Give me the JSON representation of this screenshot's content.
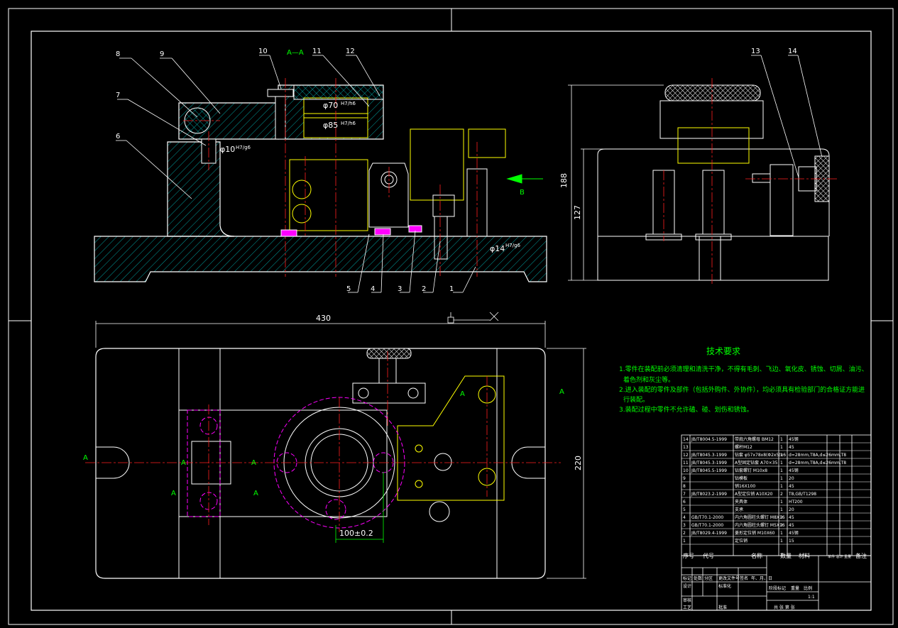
{
  "colors": {
    "background": "#000000",
    "outline": "#ffffff",
    "hatch": "#00c8c8",
    "centerline": "#ff2020",
    "hidden": "#ffff00",
    "annotation_text": "#00ff00",
    "phantom": "#ff00ff"
  },
  "views": {
    "section_title": "A—A",
    "view_arrow_label": "B",
    "section_marker": "A"
  },
  "part_balloons": [
    "1",
    "2",
    "3",
    "4",
    "5",
    "6",
    "7",
    "8",
    "9",
    "10",
    "11",
    "12",
    "13",
    "14"
  ],
  "dimensions": {
    "d70": "φ70",
    "d70_fit": "H7/h6",
    "d85": "φ85",
    "d85_fit": "H7/h6",
    "d10": "φ10",
    "d10_fit": "H7/g6",
    "d14": "φ14",
    "d14_fit": "H7/g6",
    "h188": "188",
    "h127": "127",
    "w430": "430",
    "h220": "220",
    "c100": "100±0.2"
  },
  "tech_requirements": {
    "title": "技术要求",
    "lines": [
      "1.零件在装配前必须清理和清洗干净，不得有毛刺、飞边、氧化皮、锈蚀、切屑、油污、",
      "着色剂和灰尘等。",
      "2.进入装配的零件及部件（包括外购件、外协件），均必须具有检验部门的合格证方能进",
      "行装配。",
      "3.装配过程中零件不允许磕、碰、划伤和锈蚀。"
    ]
  },
  "bom": {
    "rows": [
      {
        "no": "14",
        "code": "JB/T8004.5-1999",
        "name": "带肩六角螺母 BM12",
        "qty": "1",
        "mat": "45钢",
        "note": ""
      },
      {
        "no": "13",
        "code": "",
        "name": "螺杆M12",
        "qty": "1",
        "mat": "45",
        "note": ""
      },
      {
        "no": "12",
        "code": "JB/T8045.3-1999",
        "name": "钻套 φ57x78x8(Φ2x5)x6",
        "qty": "1",
        "mat": "d=28mm,T8A,d≤26mm,T8",
        "note": ""
      },
      {
        "no": "11",
        "code": "JB/T8045.3-1999",
        "name": "A型固定钻套 A70×35",
        "qty": "1",
        "mat": "d=28mm,T8A,d≤26mm,T8",
        "note": ""
      },
      {
        "no": "10",
        "code": "JB/T8045.5-1999",
        "name": "钻套螺钉 M10x8",
        "qty": "1",
        "mat": "45钢",
        "note": ""
      },
      {
        "no": "9",
        "code": "",
        "name": "钻模板",
        "qty": "1",
        "mat": "20",
        "note": ""
      },
      {
        "no": "8",
        "code": "",
        "name": "销16X100",
        "qty": "1",
        "mat": "45",
        "note": ""
      },
      {
        "no": "7",
        "code": "JB/T8023.2-1999",
        "name": "A型定位销 A10X20",
        "qty": "2",
        "mat": "T8,GB/T1298",
        "note": ""
      },
      {
        "no": "6",
        "code": "",
        "name": "夹具体",
        "qty": "1",
        "mat": "HT200",
        "note": ""
      },
      {
        "no": "5",
        "code": "",
        "name": "支承",
        "qty": "1",
        "mat": "20",
        "note": ""
      },
      {
        "no": "4",
        "code": "GB/T70.1-2000",
        "name": "内六角圆柱头螺钉 M8X16",
        "qty": "2",
        "mat": "45",
        "note": ""
      },
      {
        "no": "3",
        "code": "GB/T70.1-2000",
        "name": "内六角圆柱头螺钉 M5X16",
        "qty": "2",
        "mat": "45",
        "note": ""
      },
      {
        "no": "2",
        "code": "JB/T8029.4-1999",
        "name": "菱形定位销 M10X60",
        "qty": "1",
        "mat": "45钢",
        "note": ""
      },
      {
        "no": "1",
        "code": "",
        "name": "定位销",
        "qty": "1",
        "mat": "15",
        "note": ""
      }
    ],
    "header": {
      "no": "序号",
      "code": "代号",
      "name": "名称",
      "qty": "数量",
      "mat": "材料",
      "weight": "单件 总计 重量",
      "note": "备注"
    }
  },
  "title_block": {
    "row1": [
      "标记",
      "处数",
      "分区",
      "更改文件号",
      "签名",
      "年、月、日"
    ],
    "row2": [
      "设计",
      "",
      "",
      "标准化",
      ""
    ],
    "labels": [
      "阶段标记",
      "重量",
      "比例"
    ],
    "scale": "1:1",
    "row3": [
      "审核",
      "工艺",
      "批准"
    ],
    "sheet": "共 张 第 张"
  }
}
